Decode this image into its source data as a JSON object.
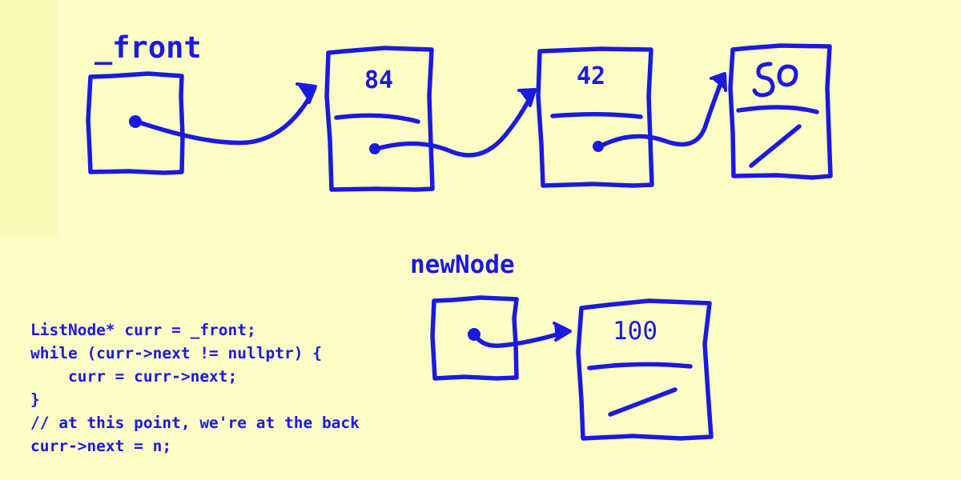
{
  "slide": {
    "background_color": "#fdfcc6",
    "ink_color": "#1a1ae0",
    "front_label": "_front",
    "newnode_label": "newNode"
  },
  "list": {
    "pointer_box_label": "_front",
    "nodes": [
      {
        "value": "84",
        "has_next_pointer": true,
        "is_null_terminated": false
      },
      {
        "value": "42",
        "has_next_pointer": true,
        "is_null_terminated": false
      },
      {
        "value": "50",
        "has_next_pointer": false,
        "is_null_terminated": true,
        "handwritten": true
      }
    ]
  },
  "new_node": {
    "pointer_box_label": "newNode",
    "node": {
      "value": "100",
      "has_next_pointer": false,
      "is_null_terminated": true
    }
  },
  "code": {
    "language": "cpp",
    "lines": [
      "ListNode* curr = _front;",
      "while (curr->next != nullptr) {",
      "    curr = curr->next;",
      "}",
      "// at this point, we're at the back",
      "curr->next = n;"
    ],
    "text": "ListNode* curr = _front;\nwhile (curr->next != nullptr) {\n    curr = curr->next;\n}\n// at this point, we're at the back\ncurr->next = n;"
  }
}
